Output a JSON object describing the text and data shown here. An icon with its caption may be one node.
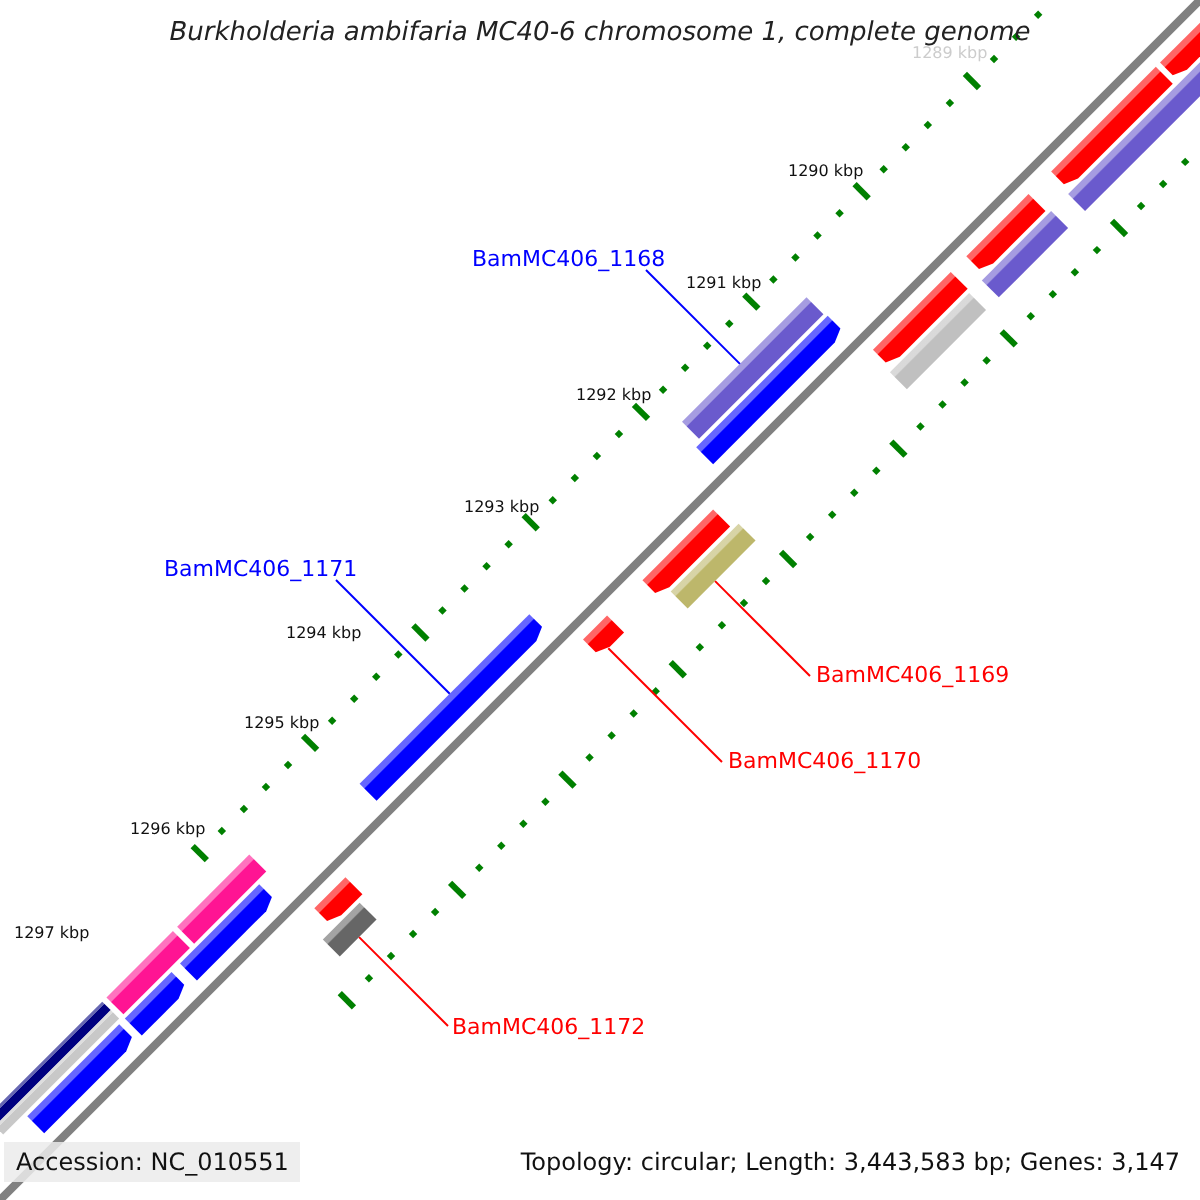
{
  "diagram": {
    "title": "Burkholderia ambifaria MC40-6 chromosome 1, complete genome",
    "nodes": [
      {
        "text": [
          "BamMC406_1168"
        ]
      },
      {
        "text": [],
        "shape": "bar"
      },
      {
        "text": [
          "BamMC406_1171"
        ]
      },
      {
        "text": [],
        "shape": "arrow"
      },
      {
        "text": [
          "BamMC406_1169"
        ]
      },
      {
        "text": [],
        "shape": "bar"
      },
      {
        "text": [
          "BamMC406_1170"
        ]
      },
      {
        "text": [],
        "shape": "arrow"
      },
      {
        "text": [
          "BamMC406_1172"
        ]
      },
      {
        "text": [],
        "shape": "bar"
      },
      {
        "text": [],
        "shape": "arrow"
      },
      {
        "text": [],
        "shape": "arrow"
      },
      {
        "text": [],
        "shape": "bar"
      },
      {
        "text": [],
        "shape": "arrow"
      },
      {
        "text": [],
        "shape": "bar"
      },
      {
        "text": [],
        "shape": "arrow"
      },
      {
        "text": [],
        "shape": "bar"
      },
      {
        "text": [],
        "shape": "arrow"
      },
      {
        "text": [],
        "shape": "arrow"
      },
      {
        "text": [],
        "shape": "arrow"
      },
      {
        "text": [],
        "shape": "bar"
      },
      {
        "text": [],
        "shape": "bar"
      },
      {
        "text": [],
        "shape": "bar"
      },
      {
        "text": [],
        "shape": "bar"
      },
      {
        "text": [],
        "shape": "arrow"
      },
      {
        "text": [],
        "shape": "arrow"
      },
      {
        "text": [],
        "shape": "arrow"
      }
    ],
    "edges": [
      {
        "from": 0,
        "to": 1,
        "arrow": "none",
        "color": "#0000ff"
      },
      {
        "from": 2,
        "to": 3,
        "arrow": "none",
        "color": "#0000ff"
      },
      {
        "from": 4,
        "to": 5,
        "arrow": "none"
      },
      {
        "from": 6,
        "to": 7,
        "arrow": "none"
      },
      {
        "from": 8,
        "to": 9,
        "arrow": "none"
      }
    ],
    "labels": [
      "1289 kbp",
      "1290 kbp",
      "1291 kbp",
      "1292 kbp",
      "1293 kbp",
      "1294 kbp",
      "1295 kbp",
      "1296 kbp",
      "1297 kbp",
      "Accession: NC_010551",
      "Topology: circular; Length: 3,443,583 bp; Genes: 3,147"
    ]
  }
}
